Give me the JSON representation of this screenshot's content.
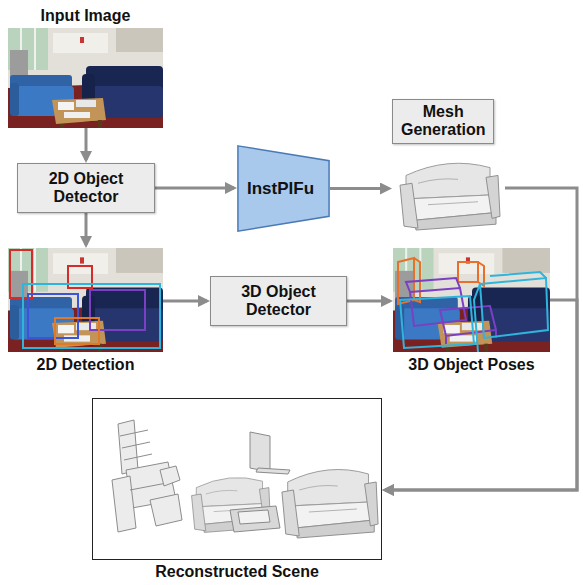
{
  "diagram": {
    "nodes": [
      {
        "text": [
          "Input Image"
        ]
      },
      {
        "text": [
          "2D Object Detector"
        ]
      },
      {
        "text": [
          "InstPIFu"
        ]
      },
      {
        "text": [
          "Mesh Generation"
        ]
      },
      {
        "text": [
          "2D Detection"
        ]
      },
      {
        "text": [
          "3D Object Detector"
        ]
      },
      {
        "text": [
          "3D Object Poses"
        ]
      },
      {
        "text": [
          "Reconstructed Scene"
        ]
      }
    ],
    "edges": [
      {
        "from": 0,
        "to": 1,
        "arrow": "to"
      },
      {
        "from": 1,
        "to": 2,
        "arrow": "to"
      },
      {
        "from": 2,
        "to": 3,
        "arrow": "to"
      },
      {
        "from": 1,
        "to": 4,
        "arrow": "to"
      },
      {
        "from": 4,
        "to": 5,
        "arrow": "to"
      },
      {
        "from": 5,
        "to": 6,
        "arrow": "to"
      },
      {
        "from": 3,
        "to": 7,
        "arrow": "to"
      },
      {
        "from": 6,
        "to": 7,
        "arrow": "to"
      }
    ]
  }
}
